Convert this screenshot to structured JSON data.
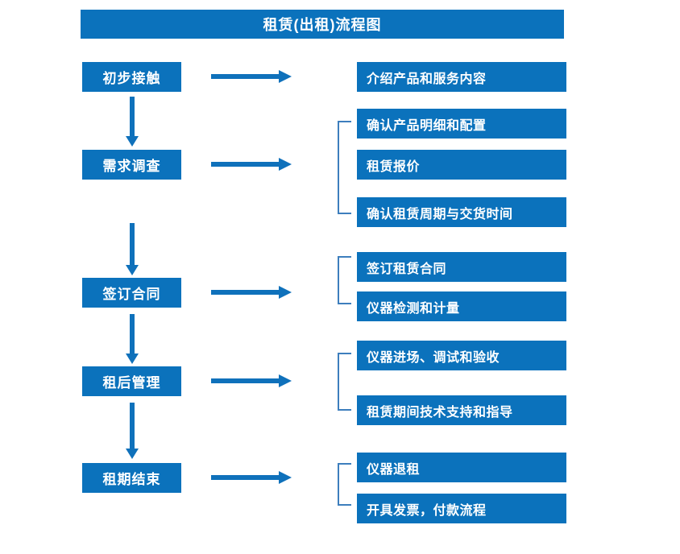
{
  "title": {
    "text": "租赁(出租)流程图"
  },
  "colors": {
    "box_blue": "#0b72bc",
    "arrow_blue": "#0f71bb",
    "bracket_blue": "#3d7ebd",
    "text_white": "#ffffff",
    "background": "#ffffff"
  },
  "stages": [
    {
      "label": "初步接触"
    },
    {
      "label": "需求调查"
    },
    {
      "label": "签订合同"
    },
    {
      "label": "租后管理"
    },
    {
      "label": "租期结束"
    }
  ],
  "details": [
    {
      "label": "介绍产品和服务内容"
    },
    {
      "label": "确认产品明细和配置"
    },
    {
      "label": "租赁报价"
    },
    {
      "label": "确认租赁周期与交货时间"
    },
    {
      "label": "签订租赁合同"
    },
    {
      "label": "仪器检测和计量"
    },
    {
      "label": "仪器进场、调试和验收"
    },
    {
      "label": "租赁期间技术支持和指导"
    },
    {
      "label": "仪器退租"
    },
    {
      "label": "开具发票，付款流程"
    }
  ],
  "groups": [
    {
      "name": "needs-survey-group",
      "members": [
        "确认产品明细和配置",
        "租赁报价",
        "确认租赁周期与交货时间"
      ]
    },
    {
      "name": "contract-group",
      "members": [
        "签订租赁合同",
        "仪器检测和计量"
      ]
    },
    {
      "name": "post-rental-group",
      "members": [
        "仪器进场、调试和验收",
        "租赁期间技术支持和指导"
      ]
    },
    {
      "name": "lease-end-group",
      "members": [
        "仪器退租",
        "开具发票，付款流程"
      ]
    }
  ],
  "connectors": {
    "horizontal_arrow_count": 5,
    "vertical_arrow_count": 4,
    "bracket_count": 4
  }
}
